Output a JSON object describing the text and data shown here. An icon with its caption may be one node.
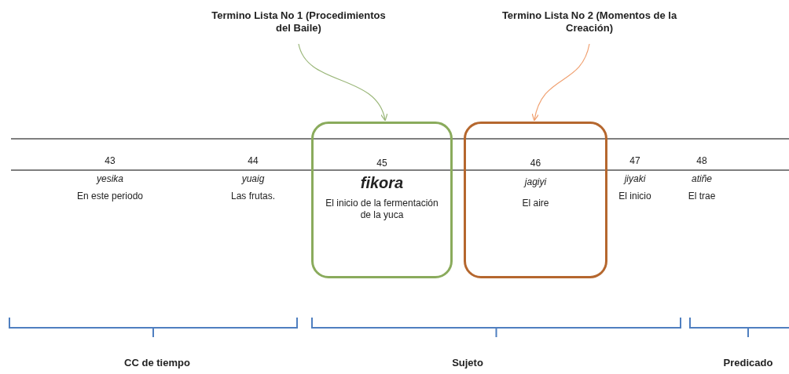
{
  "diagram": {
    "nodes": [
      {
        "text": [
          "Termino Lista No 1 (Procedimientos del Baile)"
        ]
      },
      {
        "text": [
          "Termino Lista No 2 (Momentos de la Creación)"
        ]
      },
      {
        "text": [
          "45",
          "fikora",
          "El inicio de la fermentación de la yuca"
        ]
      },
      {
        "text": [
          "46",
          "jagiyi",
          "El aire"
        ]
      }
    ],
    "edges": [
      {
        "from": 0,
        "to": 2,
        "arrow": "to",
        "color": "#9bb77a"
      },
      {
        "from": 1,
        "to": 3,
        "arrow": "to",
        "color": "#f0a070"
      }
    ],
    "labels": [
      "43",
      "44",
      "47",
      "48",
      "yesika",
      "yuaig",
      "jiyaki",
      "atiñe",
      "En este periodo",
      "Las frutas.",
      "El inicio",
      "El trae",
      "CC de tiempo",
      "Sujeto",
      "Predicado"
    ]
  }
}
